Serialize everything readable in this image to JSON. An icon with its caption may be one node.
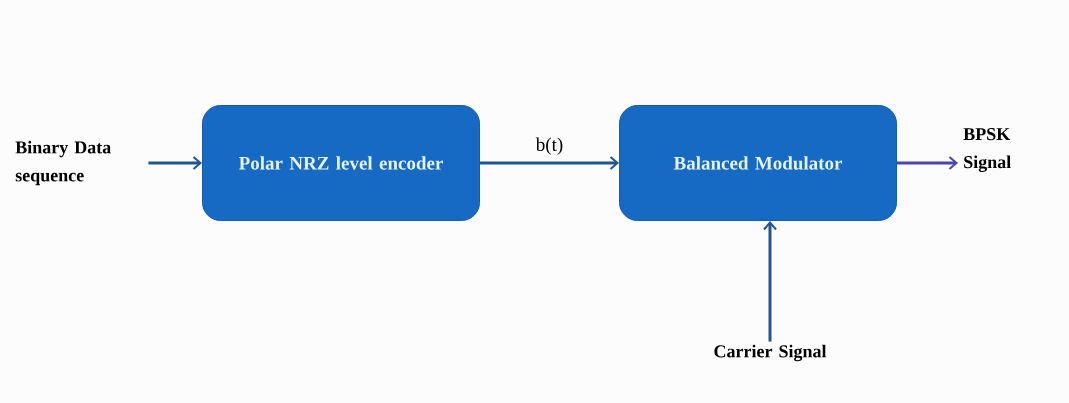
{
  "diagram": {
    "nodes": [
      {
        "text": [
          "Binary Data sequence"
        ]
      },
      {
        "text": [
          "Polar NRZ level encoder"
        ]
      },
      {
        "text": [
          "Balanced Modulator"
        ]
      },
      {
        "text": [
          "BPSK Signal"
        ]
      },
      {
        "text": [
          "Carrier Signal"
        ]
      }
    ],
    "edges": [
      {
        "from": 0,
        "to": 1,
        "arrow": "to"
      },
      {
        "from": 1,
        "to": 2,
        "arrow": "to",
        "label": "b(t)"
      },
      {
        "from": 2,
        "to": 3,
        "arrow": "to",
        "color": "#4b44b8"
      },
      {
        "from": 4,
        "to": 2,
        "arrow": "to"
      }
    ]
  }
}
